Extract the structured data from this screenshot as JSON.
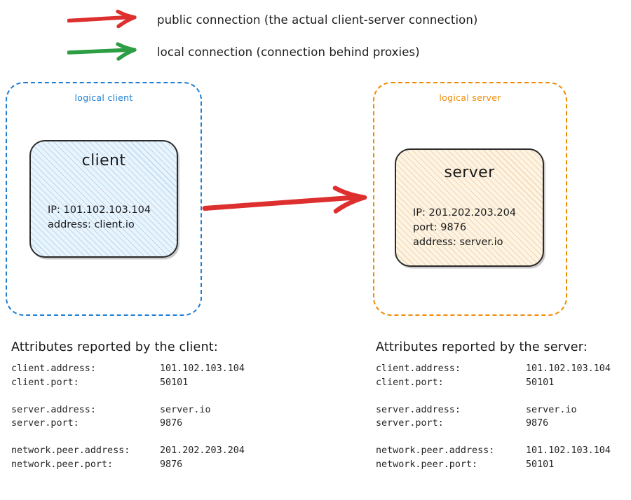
{
  "legend": {
    "items": [
      {
        "arrow_icon": "red-arrow-icon",
        "color": "#de2f2f",
        "label": "public connection (the actual client-server connection)"
      },
      {
        "arrow_icon": "green-arrow-icon",
        "color": "#2e9e44",
        "label": "local connection (connection behind proxies)"
      }
    ]
  },
  "colors": {
    "client_accent": "#1f7fd3",
    "server_accent": "#ef8c06",
    "public_arrow": "#de2f2f",
    "local_arrow": "#2e9e44",
    "node_stroke": "#2b2b2b"
  },
  "diagram": {
    "client_container": {
      "title": "logical client",
      "node": {
        "title": "client",
        "lines": [
          "IP: 101.102.103.104",
          "address: client.io"
        ]
      }
    },
    "server_container": {
      "title": "logical server",
      "node": {
        "title": "server",
        "lines": [
          "IP: 201.202.203.204",
          "port: 9876",
          "address: server.io"
        ]
      }
    },
    "connection_arrow": {
      "icon": "public-connection-arrow-icon",
      "color": "#de2f2f",
      "direction": "client-to-server"
    }
  },
  "attributes": {
    "client_panel": {
      "heading": "Attributes reported by the client:",
      "groups": [
        [
          {
            "key": "client.address:",
            "value": "101.102.103.104"
          },
          {
            "key": "client.port:",
            "value": "50101"
          }
        ],
        [
          {
            "key": "server.address:",
            "value": "server.io"
          },
          {
            "key": "server.port:",
            "value": "9876"
          }
        ],
        [
          {
            "key": "network.peer.address:",
            "value": "201.202.203.204"
          },
          {
            "key": "network.peer.port:",
            "value": "9876"
          }
        ]
      ]
    },
    "server_panel": {
      "heading": "Attributes reported by the server:",
      "groups": [
        [
          {
            "key": "client.address:",
            "value": "101.102.103.104"
          },
          {
            "key": "client.port:",
            "value": "50101"
          }
        ],
        [
          {
            "key": "server.address:",
            "value": "server.io"
          },
          {
            "key": "server.port:",
            "value": "9876"
          }
        ],
        [
          {
            "key": "network.peer.address:",
            "value": "101.102.103.104"
          },
          {
            "key": "network.peer.port:",
            "value": "50101"
          }
        ]
      ]
    }
  }
}
